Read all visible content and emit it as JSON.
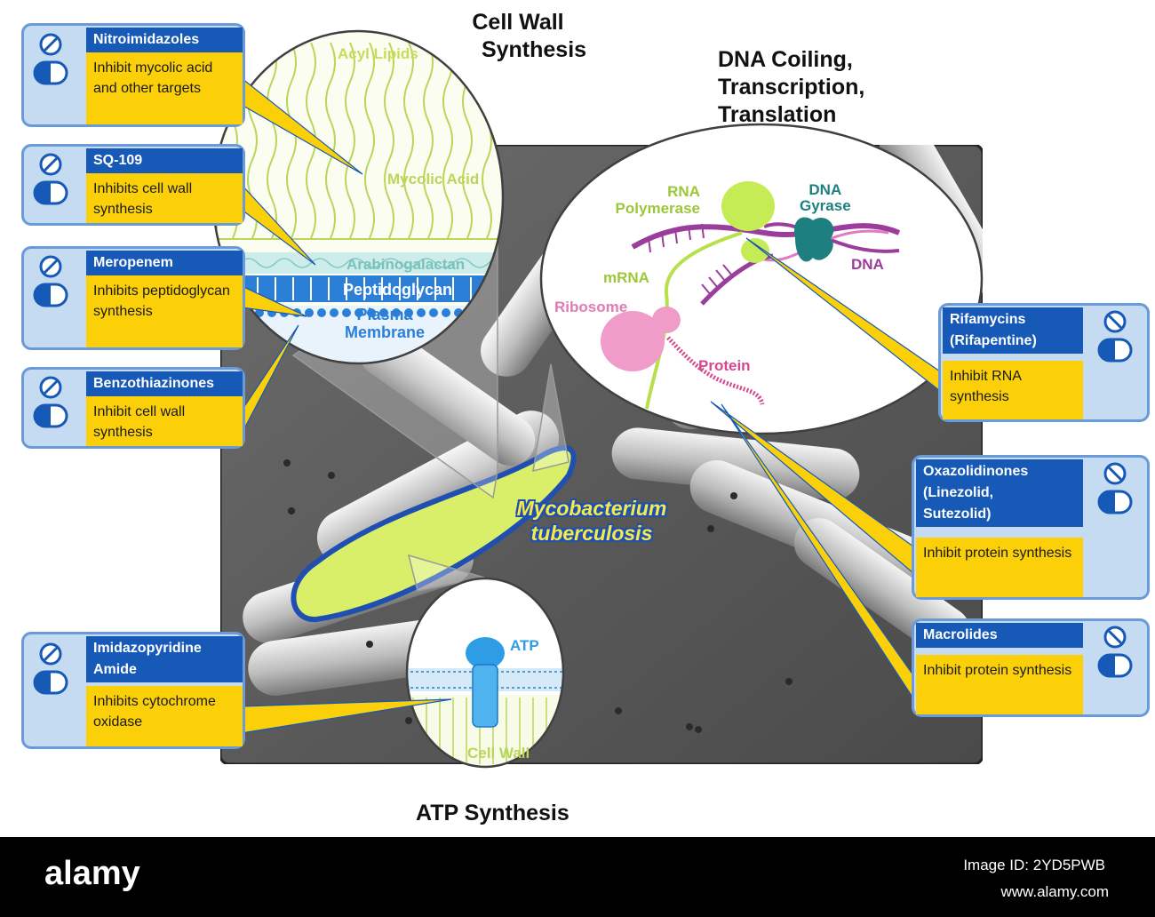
{
  "titles": {
    "cell_wall": [
      "Cell Wall",
      "Synthesis"
    ],
    "dna": [
      "DNA Coiling,",
      "Transcription,",
      "Translation"
    ],
    "atp": "ATP Synthesis"
  },
  "organism": [
    "Mycobacterium",
    "tuberculosis"
  ],
  "cell_wall_layers": {
    "acyl_lipids": "Acyl Lipids",
    "mycolic_acid": "Mycolic Acid",
    "arabinogalactan": "Arabinogalactan",
    "peptidoglycan": "Peptidoglycan",
    "plasma_membrane": [
      "Plasma",
      "Membrane"
    ]
  },
  "dna_labels": {
    "rna_polymerase": [
      "RNA",
      "Polymerase"
    ],
    "dna_gyrase": [
      "DNA",
      "Gyrase"
    ],
    "dna": "DNA",
    "mrna": "mRNA",
    "ribosome": "Ribosome",
    "protein": "Protein"
  },
  "atp_labels": {
    "atp": "ATP",
    "cell_wall": "Cell Wall"
  },
  "drugs_left": [
    {
      "name": [
        "Nitroimidazoles"
      ],
      "action": "Inhibit mycolic acid and other targets"
    },
    {
      "name": [
        "SQ-109"
      ],
      "action": "Inhibits cell wall synthesis"
    },
    {
      "name": [
        "Meropenem"
      ],
      "action": "Inhibits peptidoglycan synthesis"
    },
    {
      "name": [
        "Benzothiazinones"
      ],
      "action": "Inhibit cell wall synthesis"
    },
    {
      "name": [
        "Imidazopyridine",
        "Amide"
      ],
      "action": "Inhibits cytochrome oxidase"
    }
  ],
  "drugs_right": [
    {
      "name": [
        "Rifamycins",
        "(Rifapentine)"
      ],
      "action": "Inhibit RNA synthesis"
    },
    {
      "name": [
        "Oxazolidinones",
        "(Linezolid,",
        "Sutezolid)"
      ],
      "action": "Inhibit protein synthesis"
    },
    {
      "name": [
        "Macrolides"
      ],
      "action": "Inhibit protein synthesis"
    }
  ],
  "footer": {
    "logo": "alamy",
    "image_id": "Image ID: 2YD5PWB",
    "url": "www.alamy.com"
  },
  "colors": {
    "card_bg": "#c5dbf1",
    "card_border": "#6a9ad8",
    "drug_name_bg": "#1659b7",
    "action_bg": "#fbd009",
    "bacterium": "#d9ef6a",
    "rna_polymerase": "#c6ec55",
    "ribosome": "#f09cc9",
    "dna_strand": "#9a3d9c",
    "gyrase": "#1d7f7f",
    "atp_synthase": "#2e9de6"
  }
}
